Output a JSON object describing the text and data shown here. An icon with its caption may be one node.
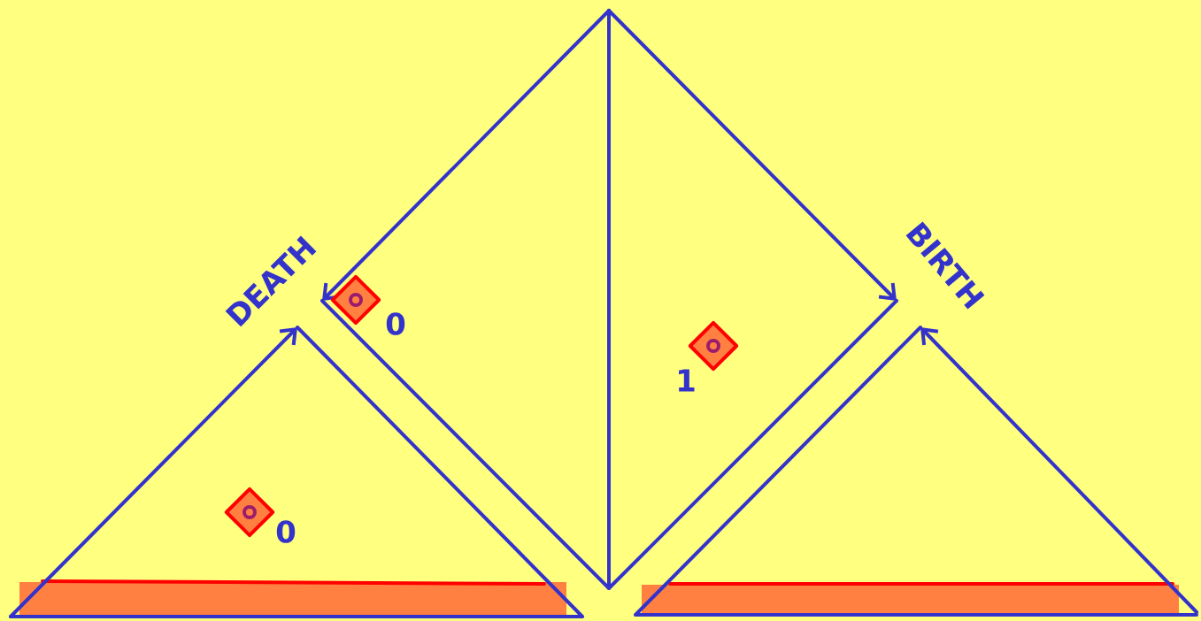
{
  "diagram": {
    "nodes": [
      {
        "text": [],
        "shape": "diamond",
        "beside": [
          "0"
        ]
      },
      {
        "text": [],
        "shape": "diamond",
        "beside": [
          "1"
        ]
      },
      {
        "text": [],
        "shape": "diamond",
        "beside": [
          "0"
        ]
      }
    ],
    "labels": [
      "DEATH",
      "BIRTH"
    ]
  }
}
